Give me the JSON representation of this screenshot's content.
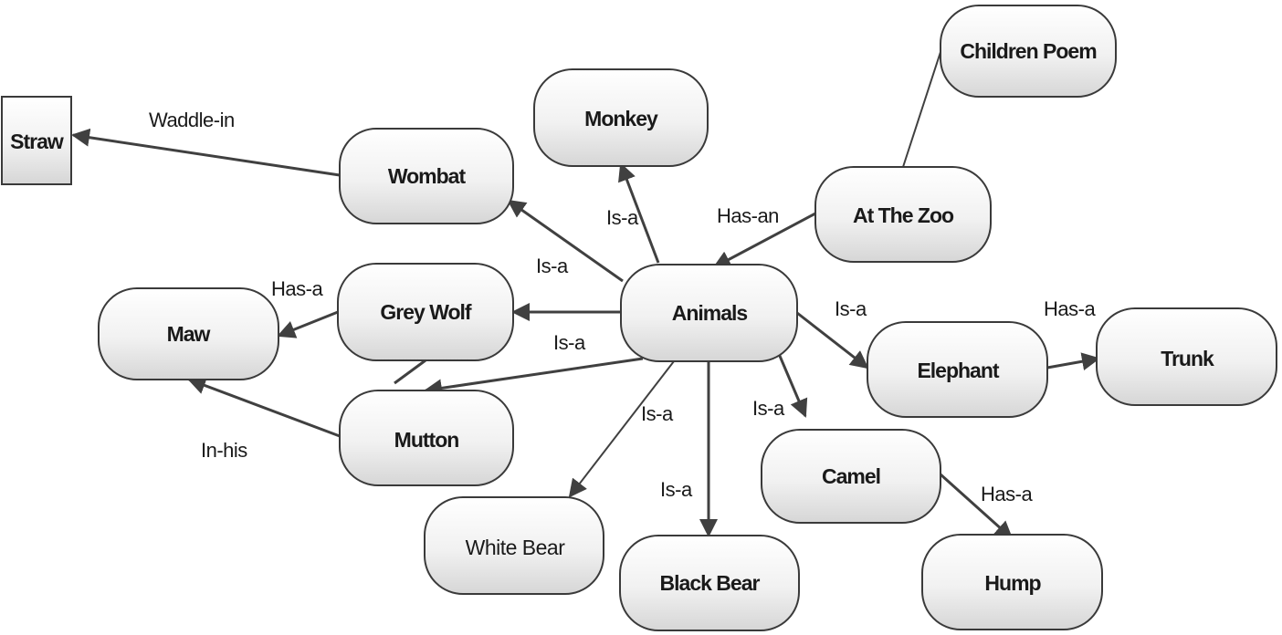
{
  "diagram": {
    "nodes": {
      "straw": "Straw",
      "wombat": "Wombat",
      "monkey": "Monkey",
      "children_poem": "Children Poem",
      "at_the_zoo": "At The Zoo",
      "animals": "Animals",
      "grey_wolf": "Grey Wolf",
      "maw": "Maw",
      "mutton": "Mutton",
      "elephant": "Elephant",
      "trunk": "Trunk",
      "camel": "Camel",
      "hump": "Hump",
      "white_bear": "White Bear",
      "black_bear": "Black Bear"
    },
    "edges": {
      "wombat_straw": "Waddle-in",
      "animals_monkey": "Is-a",
      "zoo_animals": "Has-an",
      "animals_wombat": "Is-a",
      "wolf_maw": "Has-a",
      "animals_mutton": "Is-a",
      "animals_elephant": "Is-a",
      "elephant_trunk": "Has-a",
      "animals_camel": "Is-a",
      "mutton_maw": "In-his",
      "animals_white_bear": "Is-a",
      "animals_black_bear": "Is-a",
      "camel_hump": "Has-a"
    }
  }
}
